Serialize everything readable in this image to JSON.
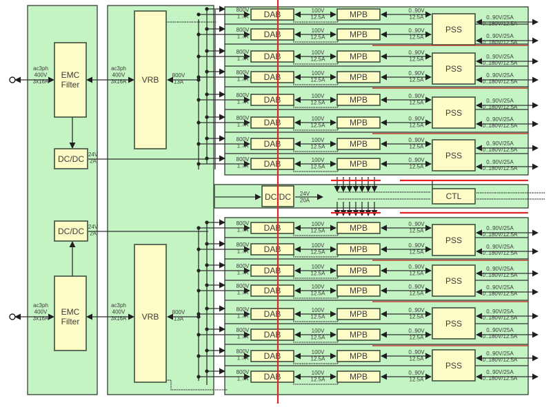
{
  "title": "Power supply system block diagram",
  "colors": {
    "panel": "#c4f4c4",
    "block": "#fdfbc6",
    "border": "#3d4d3d",
    "isolation_line": "#e02424",
    "wire": "#2e2e2e"
  },
  "inputs": [
    {
      "terminal": "ac-input-terminal-top",
      "label_lines": [
        "ac3ph",
        "400V",
        "3x16A"
      ],
      "emc_label_lines": [
        "EMC",
        "Filter"
      ],
      "aux_dcdc": {
        "label": "DC/DC",
        "out_lines": [
          "24V",
          "2A"
        ]
      },
      "vrb": {
        "label": "VRB",
        "in_lines": [
          "ac3ph",
          "400V",
          "3x16A"
        ],
        "out_lines": [
          "800V",
          "13A"
        ]
      }
    },
    {
      "terminal": "ac-input-terminal-bottom",
      "label_lines": [
        "ac3ph",
        "400V",
        "3x16A"
      ],
      "emc_label_lines": [
        "EMC",
        "Filter"
      ],
      "aux_dcdc": {
        "label": "DC/DC",
        "out_lines": [
          "24V",
          "2A"
        ]
      },
      "vrb": {
        "label": "VRB",
        "in_lines": [
          "ac3ph",
          "400V",
          "3x16A"
        ],
        "out_lines": [
          "800V",
          "13A"
        ]
      }
    }
  ],
  "channel": {
    "dab_label": "DAB",
    "dab_in_lines": [
      "800V",
      "1.7A"
    ],
    "mpb_label": "MPB",
    "link_lines": [
      "100V",
      "12.5A"
    ],
    "mpb_out_lines": [
      "0..90V",
      "12.5A"
    ]
  },
  "pss": {
    "label": "PSS",
    "out_lines": [
      "0..90V/25A",
      "0..180V/12.5A"
    ]
  },
  "groups": [
    {
      "name": "top-group",
      "channels": 8,
      "pss_units": 4
    },
    {
      "name": "bottom-group",
      "channels": 8,
      "pss_units": 4
    }
  ],
  "center": {
    "dcdc": {
      "label": "DC/DC",
      "out_lines": [
        "24V",
        "20A"
      ]
    },
    "ctl": {
      "label": "CTL"
    }
  }
}
